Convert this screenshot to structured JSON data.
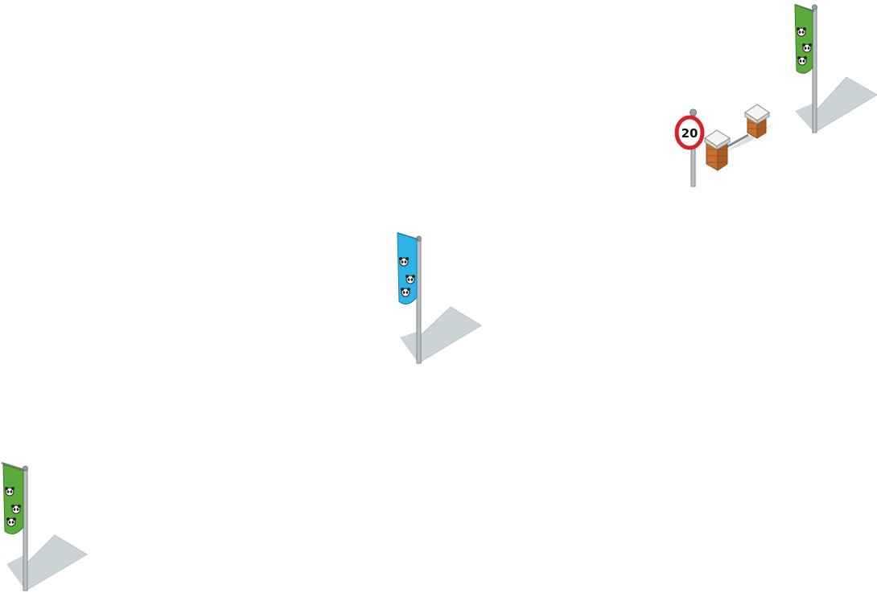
{
  "scene": {
    "background": "#ffffff",
    "colors": {
      "flag_green": "#5aab3c",
      "flag_blue": "#2eb3e6",
      "pole": "#b9bfc3",
      "pole_dark": "#7d858a",
      "shadow": "#cbd3d6",
      "brick": "#c8702f",
      "brick_dark": "#8a4a1c",
      "cap": "#f4f4f0",
      "sign_ring": "#d6232a"
    },
    "objects": [
      {
        "kind": "flag",
        "color": "green",
        "icon": "panda-banner-icon"
      },
      {
        "kind": "flag",
        "color": "blue",
        "icon": "panda-banner-icon"
      },
      {
        "kind": "flag",
        "color": "green",
        "icon": "panda-banner-icon"
      },
      {
        "kind": "speed-sign",
        "icon": "speed-limit-sign-icon"
      },
      {
        "kind": "brick-gate",
        "icon": "brick-pillar-icon"
      }
    ],
    "speed_sign": {
      "limit": "20"
    }
  }
}
